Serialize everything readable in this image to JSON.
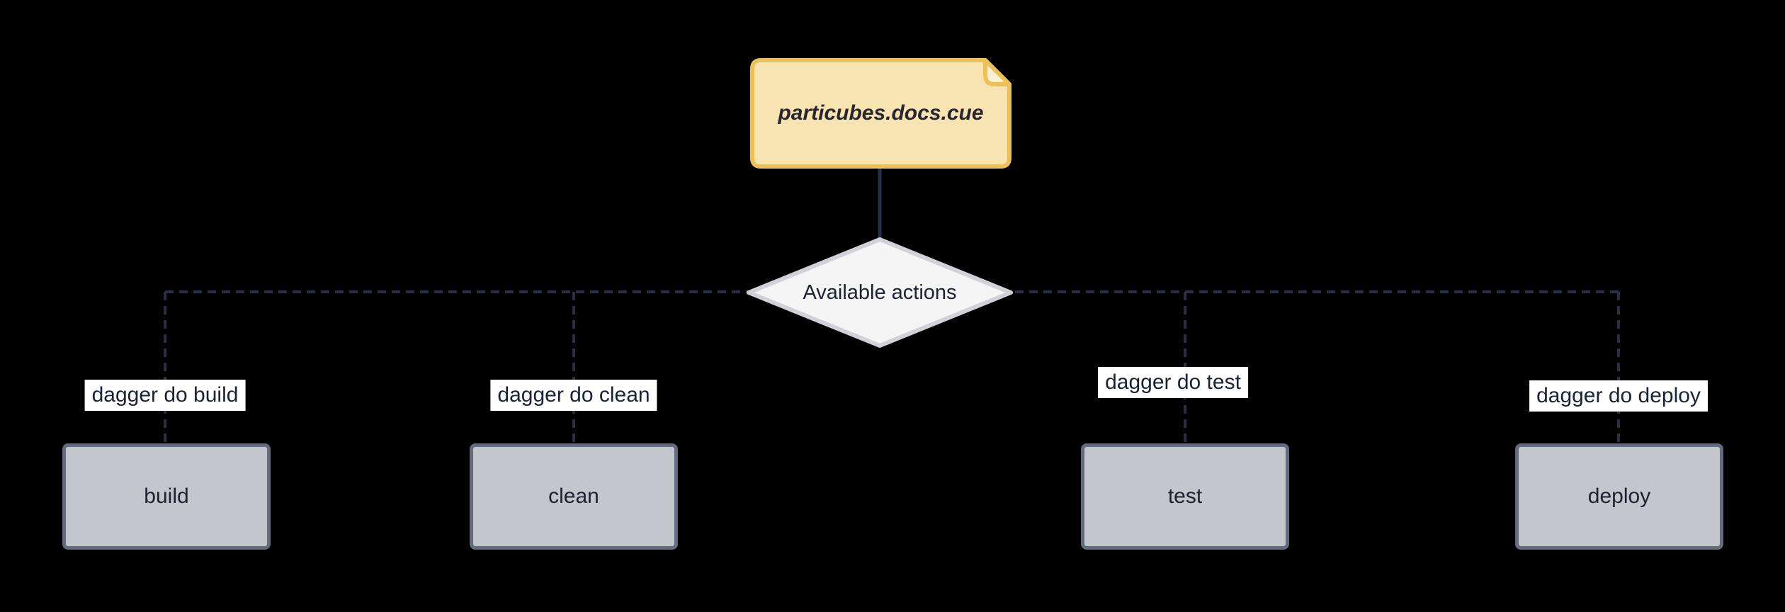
{
  "diagram": {
    "source_file": {
      "label": "particubes.docs.cue"
    },
    "decision": {
      "label": "Available actions"
    },
    "actions": [
      {
        "command": "dagger do build",
        "name": "build"
      },
      {
        "command": "dagger do clean",
        "name": "clean"
      },
      {
        "command": "dagger do test",
        "name": "test"
      },
      {
        "command": "dagger do deploy",
        "name": "deploy"
      }
    ]
  },
  "colors": {
    "background": "#000000",
    "note_fill": "#F8E3B2",
    "note_border": "#ECC258",
    "note_fold_fill": "#FBEFD5",
    "note_text": "#26262E",
    "decision_fill": "#F5F5F6",
    "decision_border": "#D1D1D7",
    "action_fill": "#C4C6CD",
    "action_border": "#636B7C",
    "node_text": "#1E2230",
    "edge_line": "#272E45",
    "edge_label_bg": "#FFFFFF",
    "edge_label_text": "#1B2138"
  }
}
